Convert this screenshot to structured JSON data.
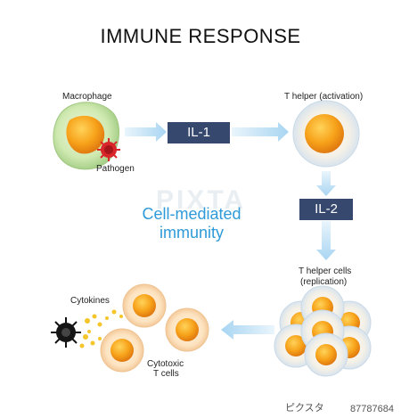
{
  "title": "IMMUNE RESPONSE",
  "labels": {
    "macrophage": "Macrophage",
    "pathogen": "Pathogen",
    "t_helper_activation": "T helper (activation)",
    "t_helper_cells": "T helper cells",
    "replication": "(replication)",
    "cytokines": "Cytokines",
    "cytotoxic": "Cytotoxic",
    "t_cells": "T cells"
  },
  "boxes": {
    "il1": "IL-1",
    "il2": "IL-2"
  },
  "center": {
    "line1": "Cell-mediated",
    "line2": "immunity"
  },
  "watermark": "PIXTA",
  "footer": {
    "brand": "ピクスタ",
    "id": "87787684"
  },
  "colors": {
    "arrow": "#bfe0f5",
    "box": "#36486e",
    "accent": "#2e9ad8"
  }
}
